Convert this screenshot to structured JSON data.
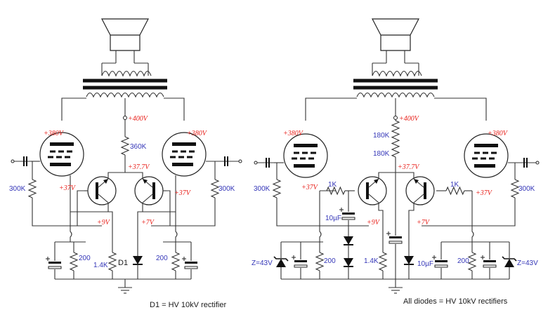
{
  "left_circuit": {
    "voltages": {
      "plate_left": "+380V",
      "plate_right": "+380V",
      "supply": "+400V",
      "grid_left": "+37V",
      "grid_right": "+37V",
      "mid": "+37.7V",
      "cathode_left": "+9V",
      "cathode_right": "+7V"
    },
    "components": {
      "r_mid": "360K",
      "r_grid_left": "300K",
      "r_grid_right": "300K",
      "r_cath_left": "200",
      "r_cath_right": "200",
      "r_bias": "1.4K",
      "diode": "D1"
    },
    "note": "D1 = HV 10kV rectifier"
  },
  "right_circuit": {
    "voltages": {
      "plate_left": "+380V",
      "plate_right": "+380V",
      "supply": "+400V",
      "grid_left": "+37V",
      "grid_right": "+37V",
      "mid": "+37.7V",
      "cathode_left": "+9V",
      "cathode_right": "+7V"
    },
    "components": {
      "r_top": "180K",
      "r_bot": "180K",
      "r_feed_left": "1K",
      "r_feed_right": "1K",
      "r_grid_left": "300K",
      "r_grid_right": "300K",
      "cap_left": "10µF",
      "cap_right": "10µF",
      "zener_left": "Z=43V",
      "zener_right": "Z=43V",
      "r_cath_left": "200",
      "r_cath_right": "200",
      "r_bias": "1.4K"
    },
    "note": "All diodes = HV 10kV rectifiers"
  }
}
